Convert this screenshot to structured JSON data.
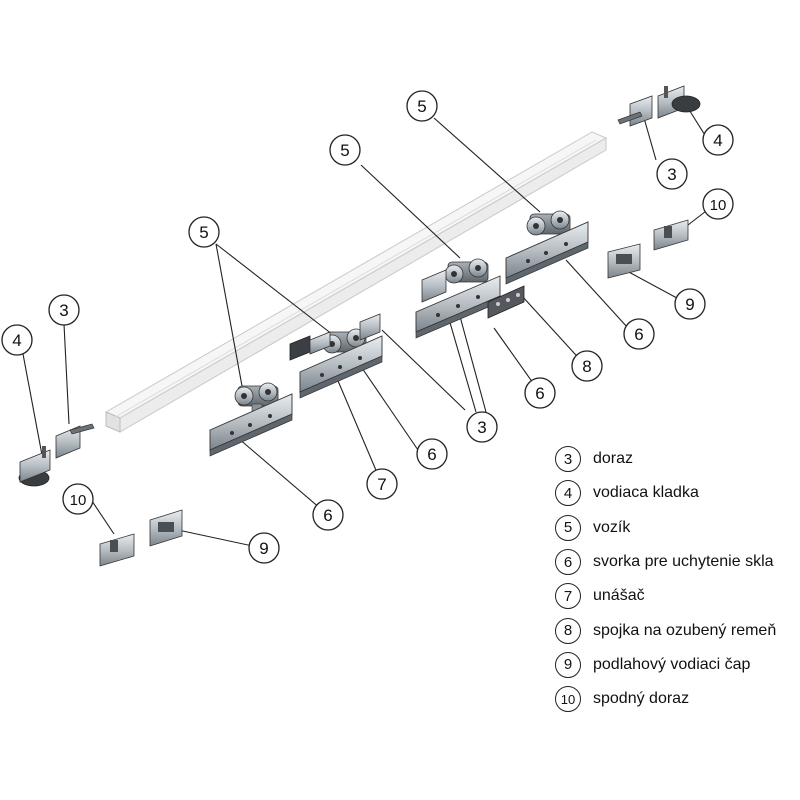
{
  "callouts": {
    "c3a": "3",
    "c3b": "3",
    "c3c": "3",
    "c4a": "4",
    "c4b": "4",
    "c5a": "5",
    "c5b": "5",
    "c5c": "5",
    "c6a": "6",
    "c6b": "6",
    "c6c": "6",
    "c6d": "6",
    "c7": "7",
    "c8": "8",
    "c9a": "9",
    "c9b": "9",
    "c10a": "10",
    "c10b": "10"
  },
  "legend": [
    {
      "num": "3",
      "text": "doraz"
    },
    {
      "num": "4",
      "text": "vodiaca kladka"
    },
    {
      "num": "5",
      "text": "vozík"
    },
    {
      "num": "6",
      "text": "svorka pre uchytenie skla"
    },
    {
      "num": "7",
      "text": "unášač"
    },
    {
      "num": "8",
      "text": "spojka na ozubený remeň"
    },
    {
      "num": "9",
      "text": "podlahový vodiaci čap"
    },
    {
      "num": "10",
      "text": "spodný doraz"
    }
  ]
}
